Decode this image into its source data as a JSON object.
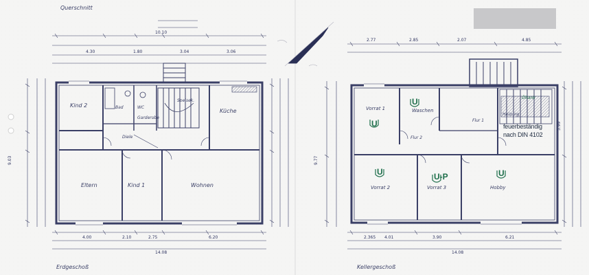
{
  "headings": {
    "cross_section": "Querschnitt",
    "ground_floor": "Erdgeschoß",
    "basement": "Kellergeschoß"
  },
  "ground_floor_rooms": {
    "kind2": "Kind 2",
    "bad": "Bad",
    "wc": "WC",
    "garderobe": "Garderobe",
    "diele": "Diele",
    "kueche": "Küche",
    "eltern": "Eltern",
    "kind1": "Kind 1",
    "wohnen": "Wohnen",
    "speisekammer": "Speisek."
  },
  "basement_rooms": {
    "vorrat1": "Vorrat 1",
    "waschen": "Waschen",
    "vorrat2": "Vorrat 2",
    "vorrat3": "Vorrat 3",
    "hobby": "Hobby",
    "flur1": "Flur 1",
    "flur2": "Flur 2",
    "heizung": "Heizung",
    "oeltank": "Öltank"
  },
  "stamps": {
    "u1": "U",
    "u2": "U",
    "u3": "U",
    "u4": "U-P",
    "u5": "U",
    "fire_line1": "feuerbeständig",
    "fire_line2": "nach DIN 4102"
  },
  "dimensions": {
    "gf_top_total": "10.10",
    "gf_bottom_total": "14.08",
    "gf_left_total": "9.03",
    "gf_top_row": [
      "4.30",
      "1.80",
      "3.04",
      "3.06"
    ],
    "gf_bottom_row": [
      "4.00",
      "2.10",
      "2.75",
      "6.20"
    ],
    "kg_top_row": [
      "2.77",
      "2.85",
      "2.07",
      "4.85"
    ],
    "kg_bottom_total": "14.08",
    "kg_bottom_row": [
      "2.365",
      "4.01",
      "3.90",
      "6.21"
    ],
    "kg_left_total": "9.77",
    "kg_right_total": "5.99"
  },
  "colors": {
    "ink": "#2f3460",
    "stamp_green": "#1d6e4a",
    "paper": "#f5f5f4"
  }
}
